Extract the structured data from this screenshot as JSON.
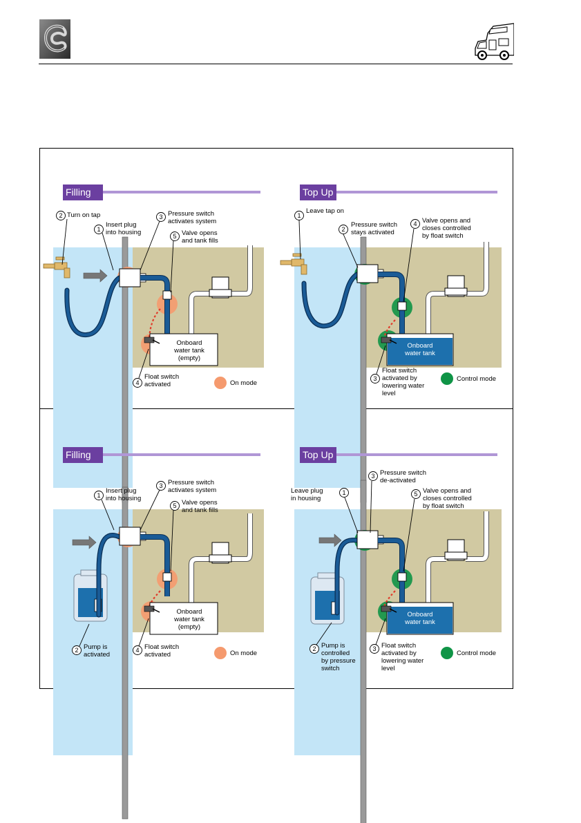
{
  "colors": {
    "title_bar": "#6b3fa0",
    "title_rule": "#b096d6",
    "water_bg": "#c3e5f7",
    "wall_bg": "#d1c9a2",
    "on_mode": "#f59a6e",
    "control_mode": "#0f9446",
    "hose": "#1a5b96",
    "tank_fill": "#1d70ad"
  },
  "icons": {
    "logo": "swirl-logo-icon",
    "vehicle": "motorhome-icon"
  },
  "panels": [
    {
      "title": "Filling",
      "mode": "on",
      "source": "tap",
      "steps": [
        {
          "num": "2",
          "text": [
            "Turn on tap"
          ]
        },
        {
          "num": "1",
          "text": [
            "Insert plug",
            "into housing"
          ]
        },
        {
          "num": "3",
          "text": [
            "Pressure switch",
            "activates system"
          ]
        },
        {
          "num": "5",
          "text": [
            "Valve opens",
            "and tank fills"
          ]
        },
        {
          "num": "4",
          "text": [
            "Float switch",
            "activated"
          ]
        }
      ],
      "tank_label": [
        "Onboard",
        "water tank",
        "(empty)"
      ],
      "legend": "On mode"
    },
    {
      "title": "Top Up",
      "mode": "control",
      "source": "tap",
      "steps": [
        {
          "num": "1",
          "text": [
            "Leave tap on"
          ]
        },
        {
          "num": "2",
          "text": [
            "Pressure switch",
            "stays activated"
          ]
        },
        {
          "num": "4",
          "text": [
            "Valve opens and",
            "closes controlled",
            "by float switch"
          ]
        },
        {
          "num": "3",
          "text": [
            "Float switch",
            "activated by",
            "lowering water",
            "level"
          ]
        }
      ],
      "tank_label": [
        "Onboard",
        "water tank"
      ],
      "legend": "Control mode"
    },
    {
      "title": "Filling",
      "mode": "on",
      "source": "pump",
      "steps": [
        {
          "num": "1",
          "text": [
            "Insert plug",
            "into housing"
          ]
        },
        {
          "num": "3",
          "text": [
            "Pressure switch",
            "activates system"
          ]
        },
        {
          "num": "5",
          "text": [
            "Valve opens",
            "and tank fills"
          ]
        },
        {
          "num": "2",
          "text": [
            "Pump is",
            "activated"
          ]
        },
        {
          "num": "4",
          "text": [
            "Float switch",
            "activated"
          ]
        }
      ],
      "tank_label": [
        "Onboard",
        "water tank",
        "(empty)"
      ],
      "legend": "On mode"
    },
    {
      "title": "Top Up",
      "mode": "control",
      "source": "pump",
      "steps": [
        {
          "num": "3",
          "text": [
            "Pressure switch",
            "de-activated"
          ]
        },
        {
          "num": "1",
          "text": [
            "Leave plug",
            "in housing"
          ]
        },
        {
          "num": "5",
          "text": [
            "Valve opens and",
            "closes controlled",
            "by float switch"
          ]
        },
        {
          "num": "2",
          "text": [
            "Pump is",
            "controlled",
            "by pressure",
            "switch"
          ]
        },
        {
          "num": "3",
          "text": [
            "Float switch",
            "activated by",
            "lowering water",
            "level"
          ]
        }
      ],
      "tank_label": [
        "Onboard",
        "water tank"
      ],
      "legend": "Control mode"
    }
  ]
}
